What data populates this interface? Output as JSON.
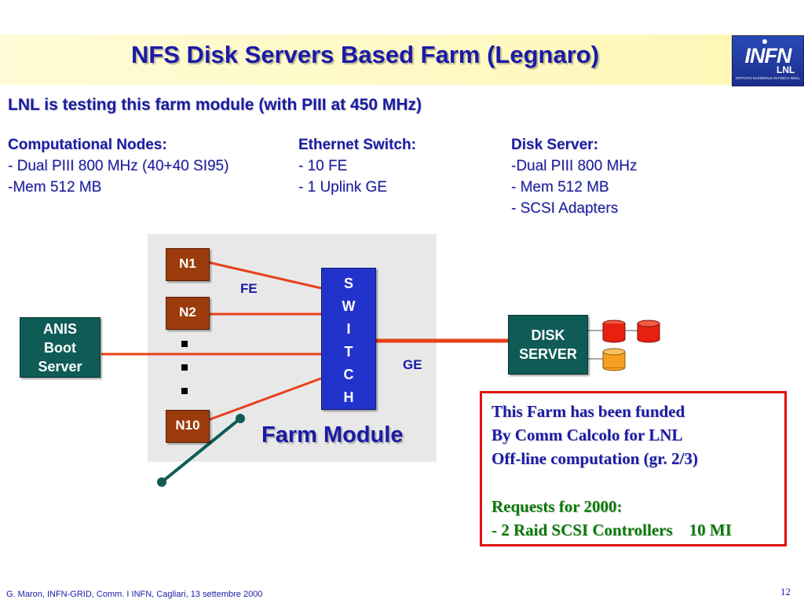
{
  "title": "NFS Disk Servers Based Farm (Legnaro)",
  "logo": {
    "main": "INFN",
    "sub": "LNL",
    "small": "ISTITUTO NAZIONALE DI FISICA NUCLEARE"
  },
  "subtitle": "LNL is testing this farm module (with PIII at 450 MHz)",
  "specs": [
    {
      "heading": "Computational Nodes:",
      "lines": [
        "- Dual PIII 800 MHz (40+40 SI95)",
        "-Mem 512 MB"
      ]
    },
    {
      "heading": "Ethernet Switch:",
      "lines": [
        "- 10 FE",
        "- 1 Uplink GE"
      ]
    },
    {
      "heading": "Disk Server:",
      "lines": [
        "-Dual PIII 800 MHz",
        "- Mem 512 MB",
        "- SCSI Adapters"
      ]
    }
  ],
  "diagram": {
    "nodes": [
      "N1",
      "N2",
      "N10"
    ],
    "switch_letters": [
      "S",
      "W",
      "I",
      "T",
      "C",
      "H"
    ],
    "boot_server": [
      "ANIS",
      "Boot",
      "Server"
    ],
    "disk_server": [
      "DISK",
      "SERVER"
    ],
    "fe_label": "FE",
    "ge_label": "GE",
    "farm_label": "Farm Module",
    "colors": {
      "node": "#9c3b0c",
      "switch": "#2233cc",
      "server": "#0f5c57",
      "wire": "#e8401a",
      "disk_red": "#e82010",
      "disk_orange": "#f5a020"
    }
  },
  "note": {
    "lines": [
      "This Farm has been funded",
      "By Comm Calcolo for LNL",
      "Off-line computation (gr. 2/3)"
    ],
    "request_lines": [
      "Requests for 2000:",
      "- 2 Raid SCSI Controllers    10 MI"
    ]
  },
  "footer": "G. Maron, INFN-GRID, Comm. I INFN, Cagliari, 13 settembre 2000",
  "page_number": "12"
}
